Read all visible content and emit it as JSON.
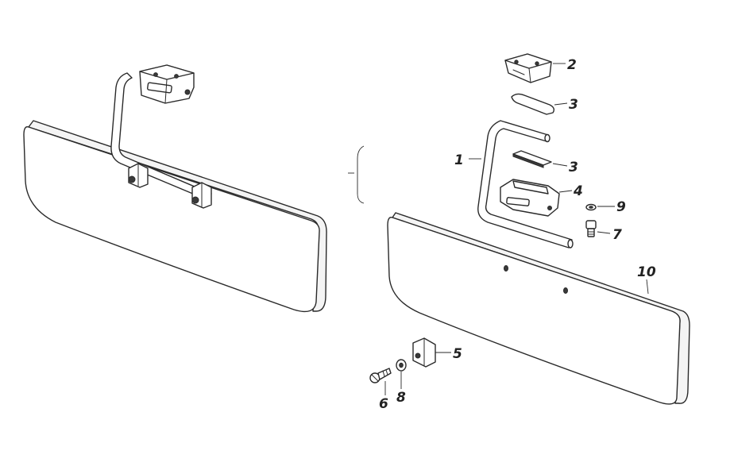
{
  "callouts": {
    "c1": "1",
    "c2": "2",
    "c3a": "3",
    "c3b": "3",
    "c4": "4",
    "c5": "5",
    "c6": "6",
    "c7": "7",
    "c8": "8",
    "c9": "9",
    "c10": "10"
  },
  "colors": {
    "line": "#2a2a2a",
    "background": "#ffffff"
  }
}
